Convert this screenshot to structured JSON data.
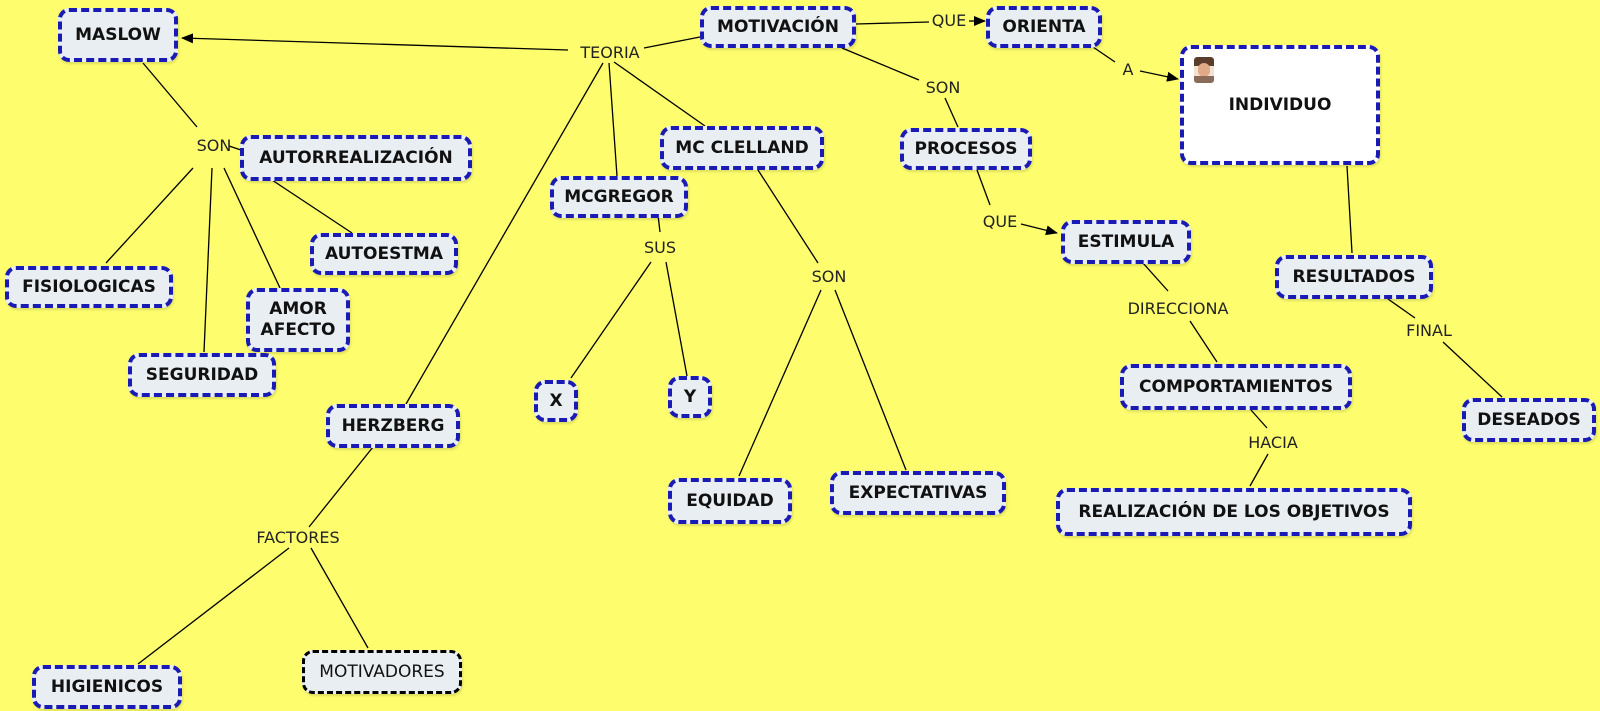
{
  "diagram": {
    "nodes": {
      "maslow": "MASLOW",
      "motivacion": "MOTIVACIÓN",
      "orienta": "ORIENTA",
      "individuo": "INDIVIDUO",
      "autorrealizacion": "AUTORREALIZACIÓN",
      "mc_clelland": "MC CLELLAND",
      "procesos": "PROCESOS",
      "mcgregor": "MCGREGOR",
      "autoestma": "AUTOESTMA",
      "estimula": "ESTIMULA",
      "resultados": "RESULTADOS",
      "fisiologicas": "FISIOLOGICAS",
      "amor_afecto": "AMOR\nAFECTO",
      "seguridad": "SEGURIDAD",
      "x": "X",
      "y": "Y",
      "comportamientos": "COMPORTAMIENTOS",
      "herzberg": "HERZBERG",
      "deseados": "DESEADOS",
      "equidad": "EQUIDAD",
      "expectativas": "EXPECTATIVAS",
      "realizacion": "REALIZACIÓN DE LOS OBJETIVOS",
      "higienicos": "HIGIENICOS",
      "motivadores": "MOTIVADORES"
    },
    "links": {
      "teoria": "TEORIA",
      "que_orienta": "QUE",
      "son_motivacion": "SON",
      "a": "A",
      "son_maslow": "SON",
      "que_procesos": "QUE",
      "sus": "SUS",
      "son_mcclelland": "SON",
      "direcciona": "DIRECCIONA",
      "final": "FINAL",
      "hacia": "HACIA",
      "factores": "FACTORES"
    },
    "icons": [
      "person-photo-icon"
    ],
    "colors": {
      "background": "#fdfd6e",
      "node_fill": "#e9eef2",
      "node_border": "#1a1ab4",
      "edge": "#000000"
    }
  }
}
